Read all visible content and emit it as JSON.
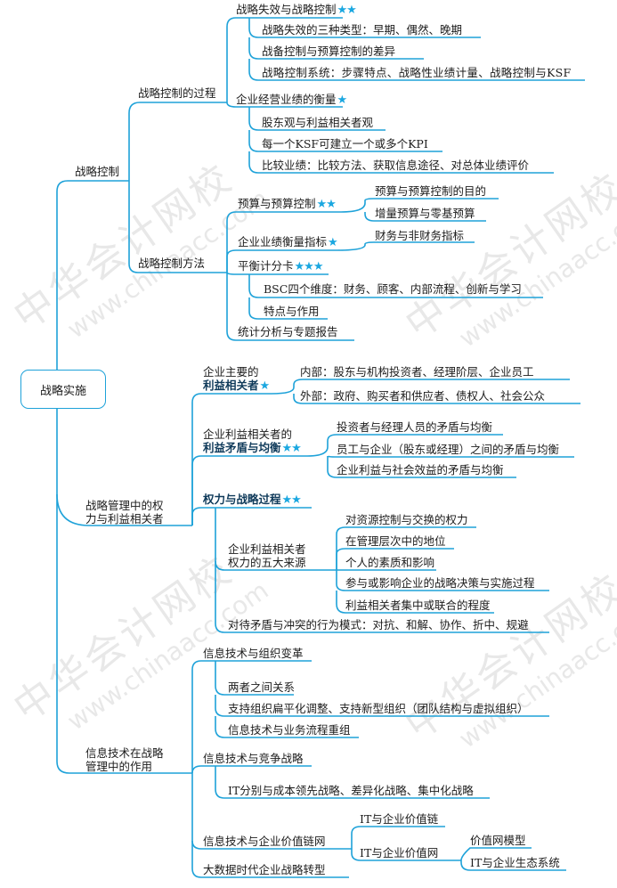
{
  "root": {
    "label": "战略实施"
  },
  "colors": {
    "line": "#1ea2d9",
    "star": "#1aa7e0",
    "emphasis": "#0f3a5a"
  },
  "watermark": {
    "cn": "中华会计网校",
    "en": "www.chinaacc.com"
  },
  "branches": {
    "control": {
      "label": "战略控制",
      "process": {
        "label": "战略控制的过程",
        "failure": {
          "label": "战略失效与战略控制",
          "stars": "★★",
          "items": [
            "战略失效的三种类型：早期、偶然、晚期",
            "战备控制与预算控制的差异",
            "战略控制系统：步骤特点、战略性业绩计量、战略控制与KSF"
          ]
        },
        "measure": {
          "label": "企业经营业绩的衡量",
          "stars": "★",
          "items": [
            "股东观与利益相关者观",
            "每一个KSF可建立一个或多个KPI",
            "比较业绩：比较方法、获取信息途径、对总体业绩评价"
          ]
        }
      },
      "methods": {
        "label": "战略控制方法",
        "budget": {
          "label": "预算与预算控制",
          "stars": "★★",
          "items": [
            "预算与预算控制的目的",
            "增量预算与零基预算"
          ]
        },
        "indicators": {
          "label": "企业业绩衡量指标",
          "stars": "★",
          "items": [
            "财务与非财务指标"
          ]
        },
        "bsc": {
          "label": "平衡计分卡",
          "stars": "★★★",
          "items": [
            "BSC四个维度：财务、顾客、内部流程、创新与学习",
            "特点与作用"
          ]
        },
        "stats": {
          "label": "统计分析与专题报告"
        }
      }
    },
    "power": {
      "label_line1": "战略管理中的权",
      "label_line2": "力与利益相关者",
      "stakeholders": {
        "line1": "企业主要的",
        "line2": "利益相关者",
        "stars": "★",
        "items": [
          "内部：股东与机构投资者、经理阶层、企业员工",
          "外部：政府、购买者和供应者、债权人、社会公众"
        ]
      },
      "conflict": {
        "line1": "企业利益相关者的",
        "line2": "利益矛盾与均衡",
        "stars": "★★",
        "items": [
          "投资者与经理人员的矛盾与均衡",
          "员工与企业（股东或经理）之间的矛盾与均衡",
          "企业利益与社会效益的矛盾与均衡"
        ]
      },
      "process": {
        "label": "权力与战略过程",
        "stars": "★★",
        "sources": {
          "line1": "企业利益相关者",
          "line2": "权力的五大来源",
          "items": [
            "对资源控制与交换的权力",
            "在管理层次中的地位",
            "个人的素质和影响",
            "参与或影响企业的战略决策与实施过程",
            "利益相关者集中或联合的程度"
          ]
        },
        "behavior": "对待矛盾与冲突的行为模式：对抗、和解、协作、折中、规避"
      }
    },
    "it": {
      "label_line1": "信息技术在战略",
      "label_line2": "管理中的作用",
      "org": {
        "label": "信息技术与组织变革",
        "items": [
          "两者之间关系",
          "支持组织扁平化调整、支持新型组织（团队结构与虚拟组织）",
          "信息技术与业务流程重组"
        ]
      },
      "competition": {
        "label": "信息技术与竞争战略",
        "items": [
          "IT分别与成本领先战略、差异化战略、集中化战略"
        ]
      },
      "value": {
        "label": "信息技术与企业价值链网",
        "chain": "IT与企业价值链",
        "net": {
          "label": "IT与企业价值网",
          "items": [
            "价值网模型",
            "IT与企业生态系统"
          ]
        }
      },
      "bigdata": {
        "label": "大数据时代企业战略转型"
      }
    }
  }
}
